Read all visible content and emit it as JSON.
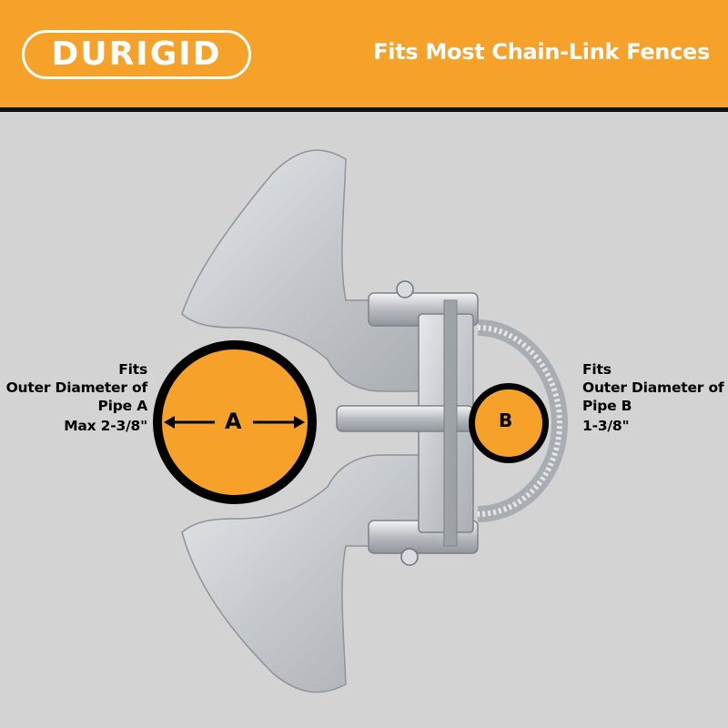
{
  "header": {
    "brand_logo_text": "DURIGID",
    "title": "Fits Most Chain-Link Fences",
    "background_color": "#f6a12a",
    "rule_color": "#111111"
  },
  "product": {
    "name": "gate hinge photo",
    "color": "#c9ccd0"
  },
  "pipe_a": {
    "letter": "A",
    "caption_lines": [
      "Fits",
      "Outer Diameter of",
      "Pipe A"
    ],
    "size": "Max 2-3/8\""
  },
  "pipe_b": {
    "letter": "B",
    "caption_lines": [
      "Fits",
      "Outer Diameter of",
      "Pipe B"
    ],
    "size": "1-3/8\""
  },
  "colors": {
    "background": "#d3d3d3",
    "pipe_fill": "#f6a12a",
    "pipe_outline": "#000000",
    "text": "#000000"
  }
}
